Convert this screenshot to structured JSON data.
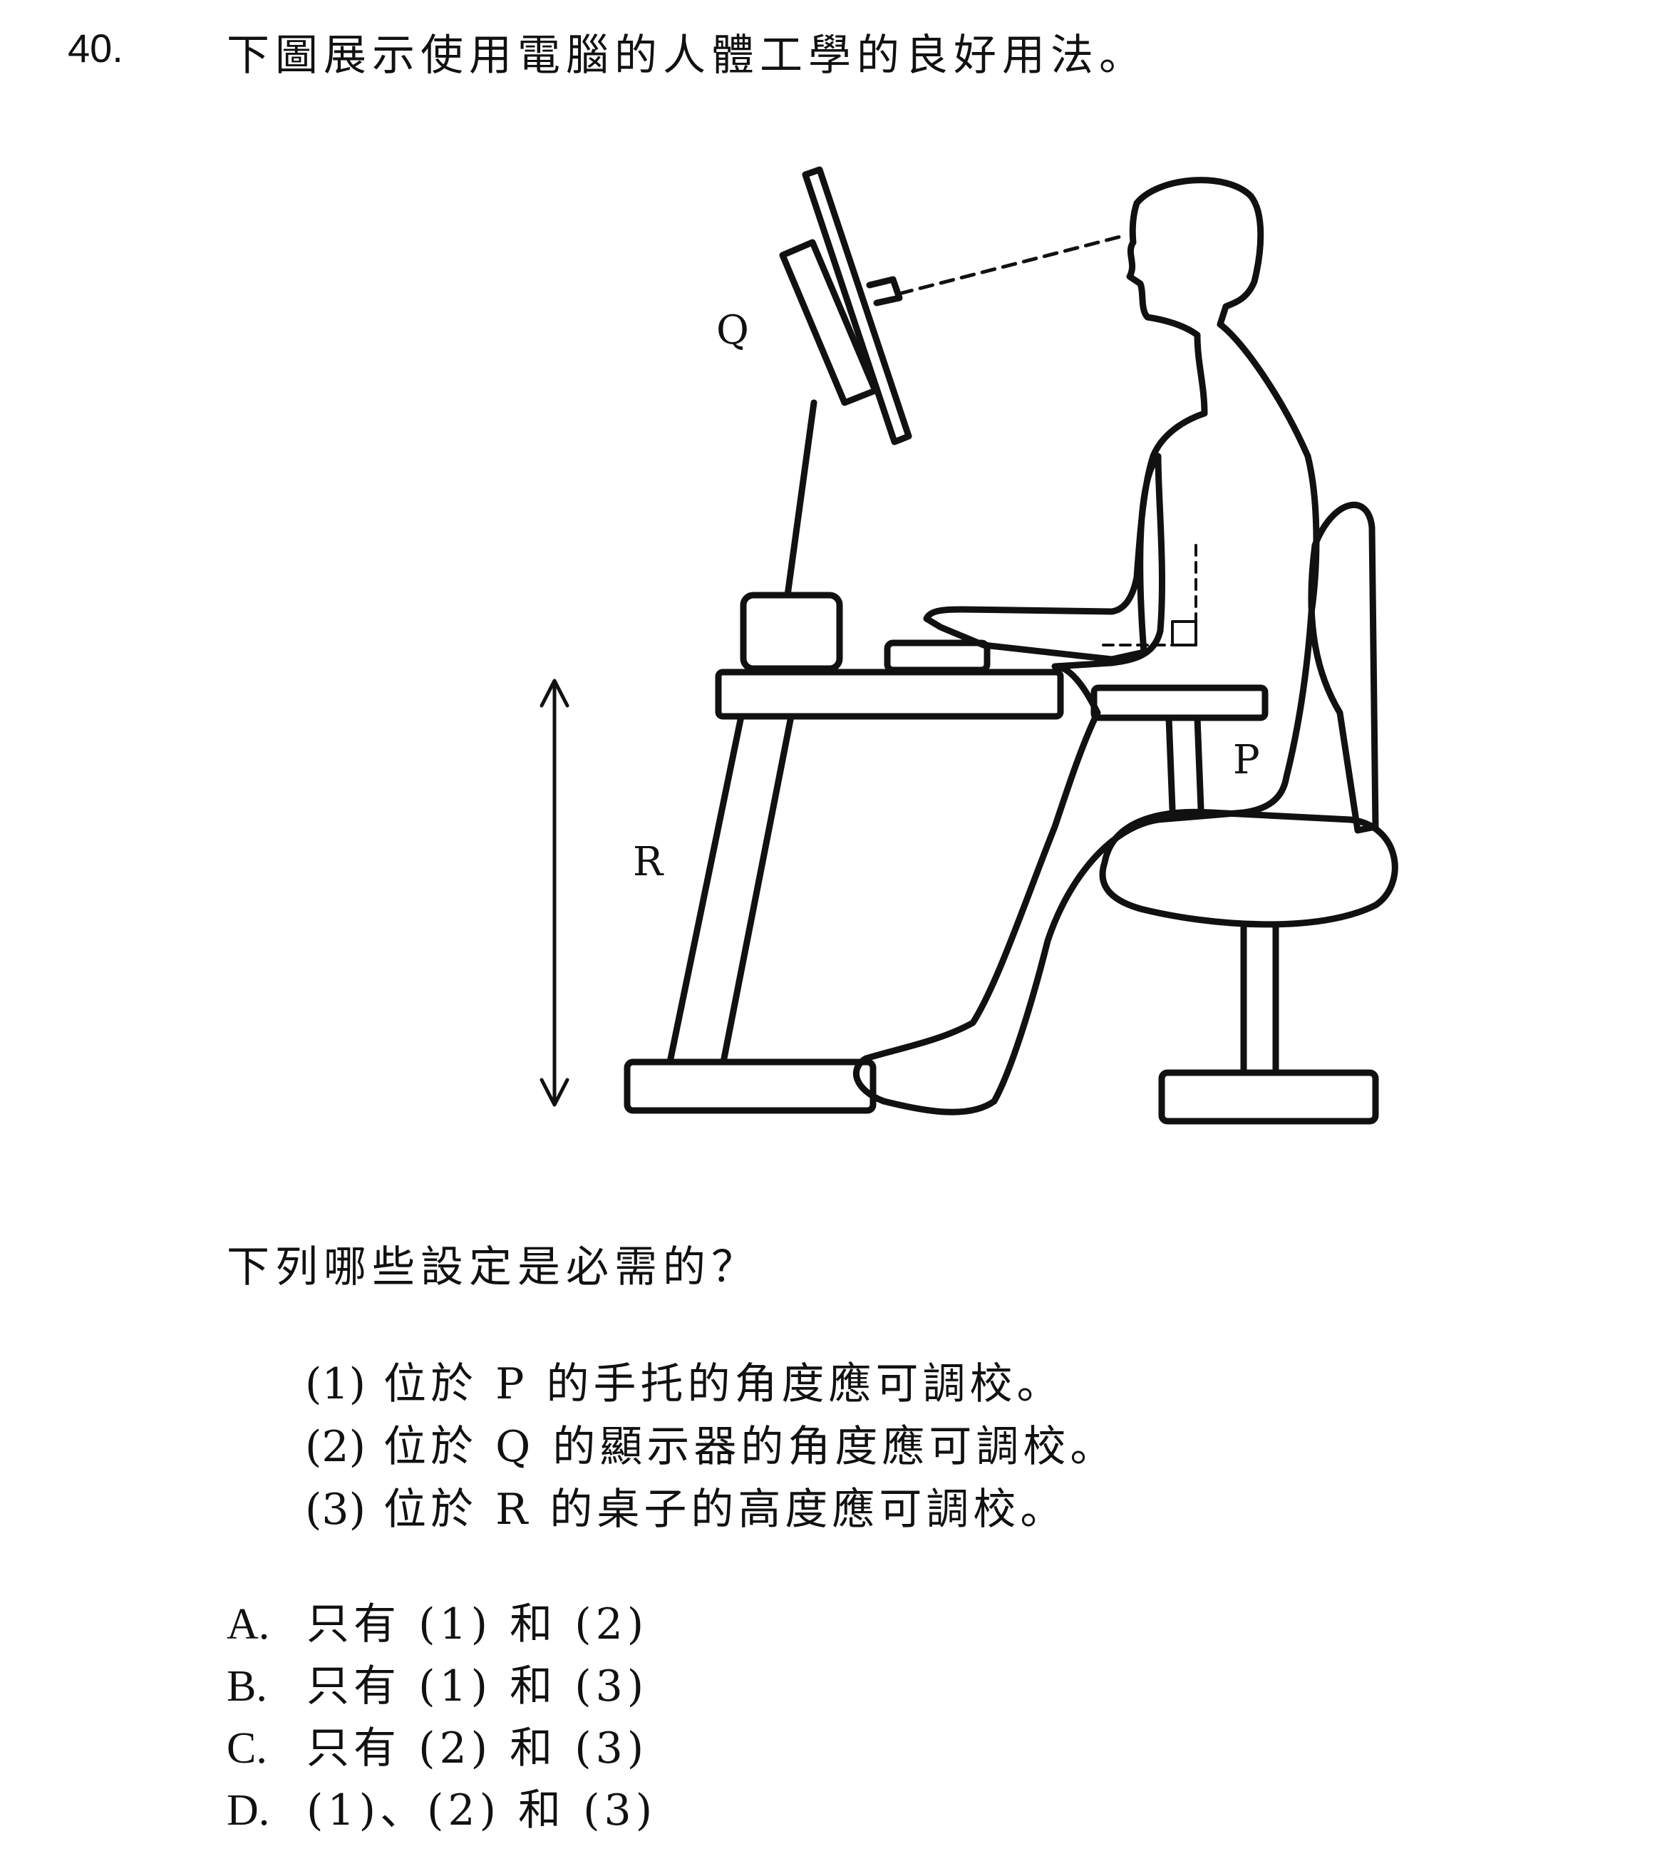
{
  "question": {
    "number": "40.",
    "stem": "下圖展示使用電腦的人體工學的良好用法。",
    "prompt": "下列哪些設定是必需的？"
  },
  "figure": {
    "labels": {
      "q": "Q",
      "r": "R",
      "p": "P"
    }
  },
  "statements": [
    {
      "num": "(1)",
      "text": "位於 P 的手托的角度應可調校。"
    },
    {
      "num": "(2)",
      "text": "位於 Q 的顯示器的角度應可調校。"
    },
    {
      "num": "(3)",
      "text": "位於 R 的桌子的高度應可調校。"
    }
  ],
  "options": [
    {
      "letter": "A.",
      "text": "只有 (1) 和 (2)"
    },
    {
      "letter": "B.",
      "text": "只有 (1) 和 (3)"
    },
    {
      "letter": "C.",
      "text": "只有 (2) 和 (3)"
    },
    {
      "letter": "D.",
      "text": "(1)、(2) 和 (3)"
    }
  ]
}
